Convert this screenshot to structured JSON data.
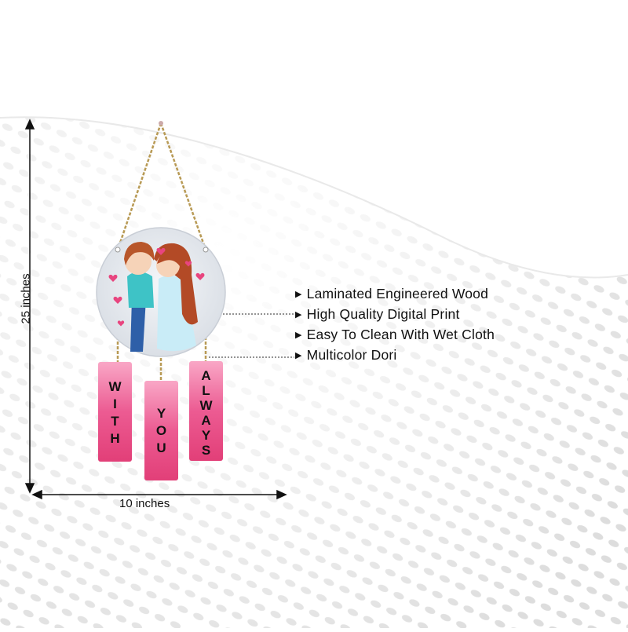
{
  "features": [
    "Laminated Engineered Wood",
    "High Quality Digital Print",
    "Easy To Clean With Wet Cloth",
    "Multicolor Dori"
  ],
  "dimensions": {
    "height_label": "25 inches",
    "width_label": "10 inches"
  },
  "tags": [
    {
      "letters": [
        "W",
        "I",
        "T",
        "H"
      ]
    },
    {
      "letters": [
        "Y",
        "O",
        "U"
      ]
    },
    {
      "letters": [
        "A",
        "L",
        "W",
        "A",
        "Y",
        "S"
      ]
    }
  ],
  "colors": {
    "tag_pink": "#e8457f",
    "tag_light": "#f7a3c0",
    "rope": "#b89a55",
    "dot_gray": "#d6d6d6"
  },
  "icons": {
    "bullet": "triangle-right-icon"
  }
}
